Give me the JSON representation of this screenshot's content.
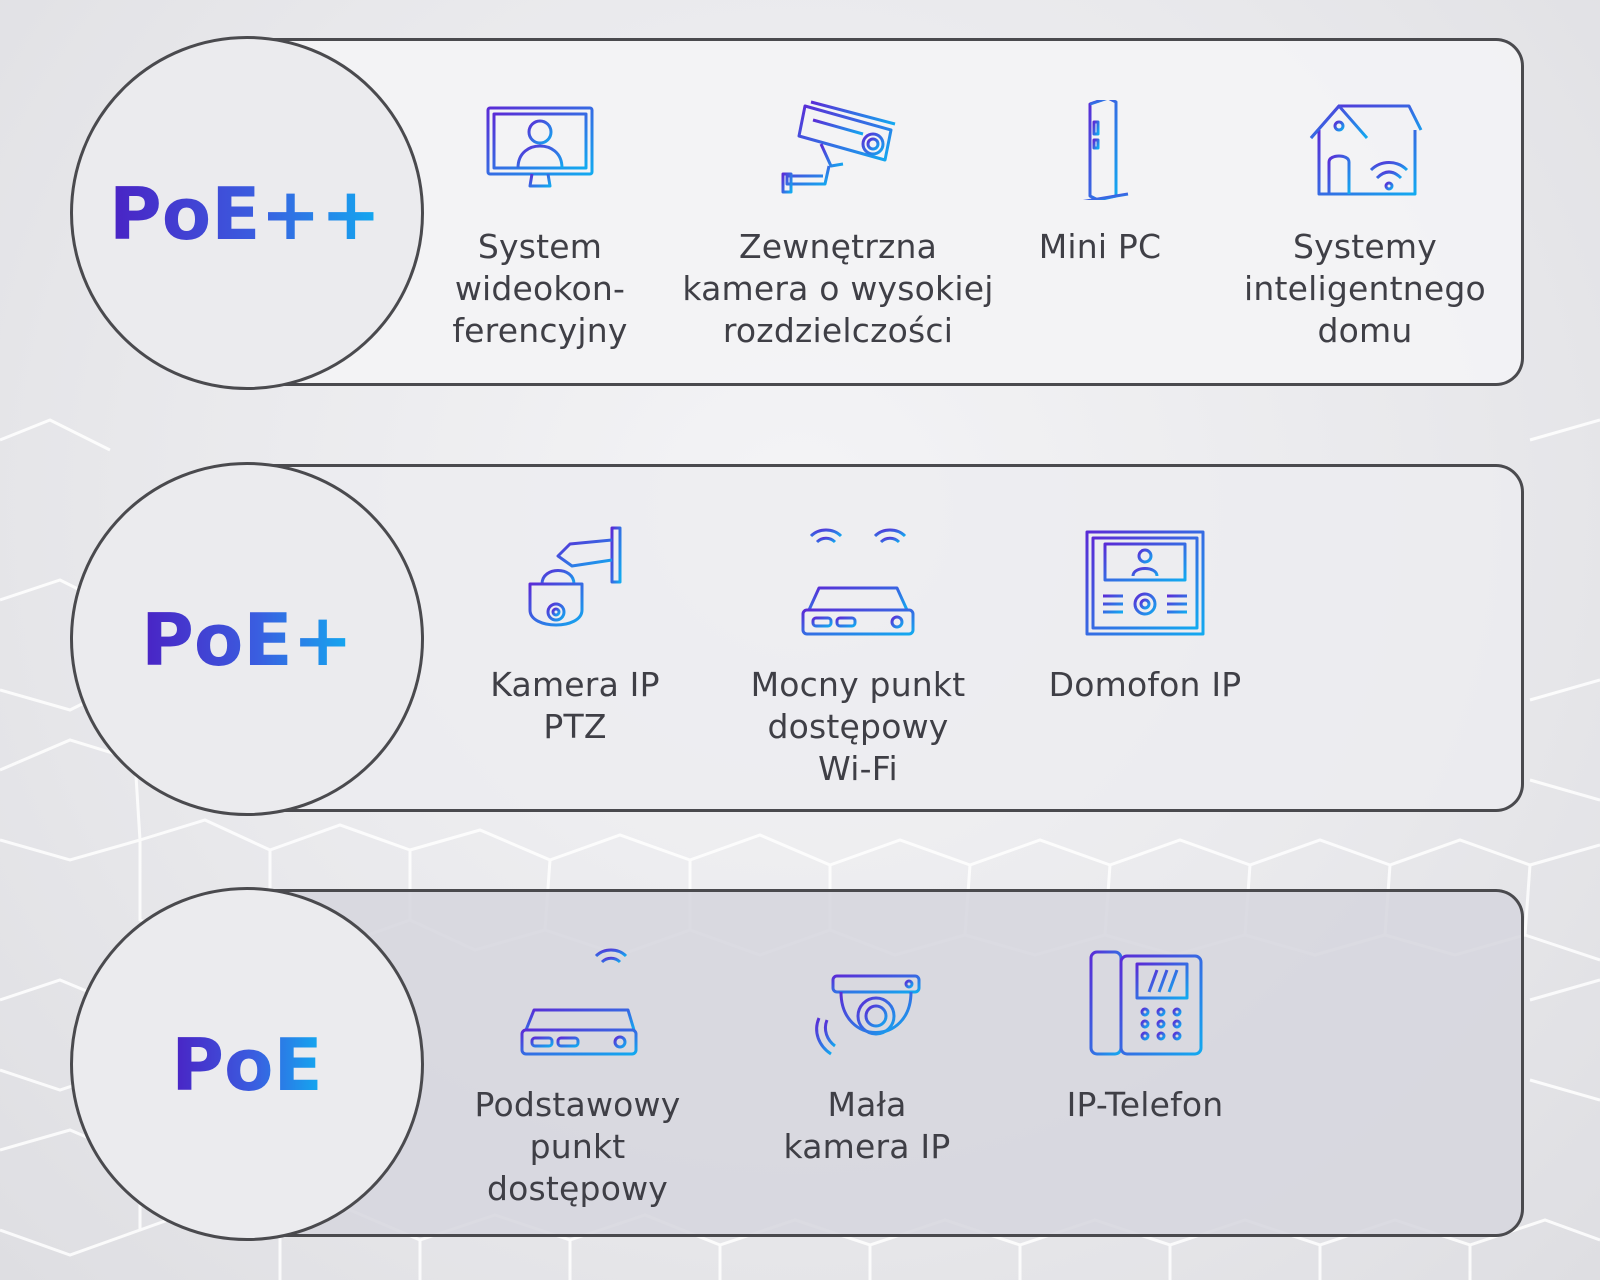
{
  "colors": {
    "gradient_start": "#5a2bd6",
    "gradient_end": "#12aaf0",
    "border": "#4a4a4e",
    "label_text": "#3f3f46"
  },
  "tiers": [
    {
      "badge": "PoE++",
      "devices": [
        {
          "icon": "video-conference-icon",
          "label": "System\nwideokon-\nferencyjny"
        },
        {
          "icon": "outdoor-camera-icon",
          "label": "Zewnętrzna\nkamera o wysokiej\nrozdzielczości"
        },
        {
          "icon": "mini-pc-icon",
          "label": "Mini PC"
        },
        {
          "icon": "smart-home-icon",
          "label": "Systemy\ninteligentnego\ndomu"
        }
      ]
    },
    {
      "badge": "PoE+",
      "devices": [
        {
          "icon": "ptz-camera-icon",
          "label": "Kamera IP\nPTZ"
        },
        {
          "icon": "wifi-router-icon",
          "label": "Mocny punkt\ndostępowy\nWi-Fi"
        },
        {
          "icon": "intercom-icon",
          "label": "Domofon IP"
        }
      ]
    },
    {
      "badge": "PoE",
      "devices": [
        {
          "icon": "access-point-icon",
          "label": "Podstawowy\npunkt\ndostępowy"
        },
        {
          "icon": "dome-camera-icon",
          "label": "Mała\nkamera IP"
        },
        {
          "icon": "ip-phone-icon",
          "label": "IP-Telefon"
        }
      ]
    }
  ]
}
